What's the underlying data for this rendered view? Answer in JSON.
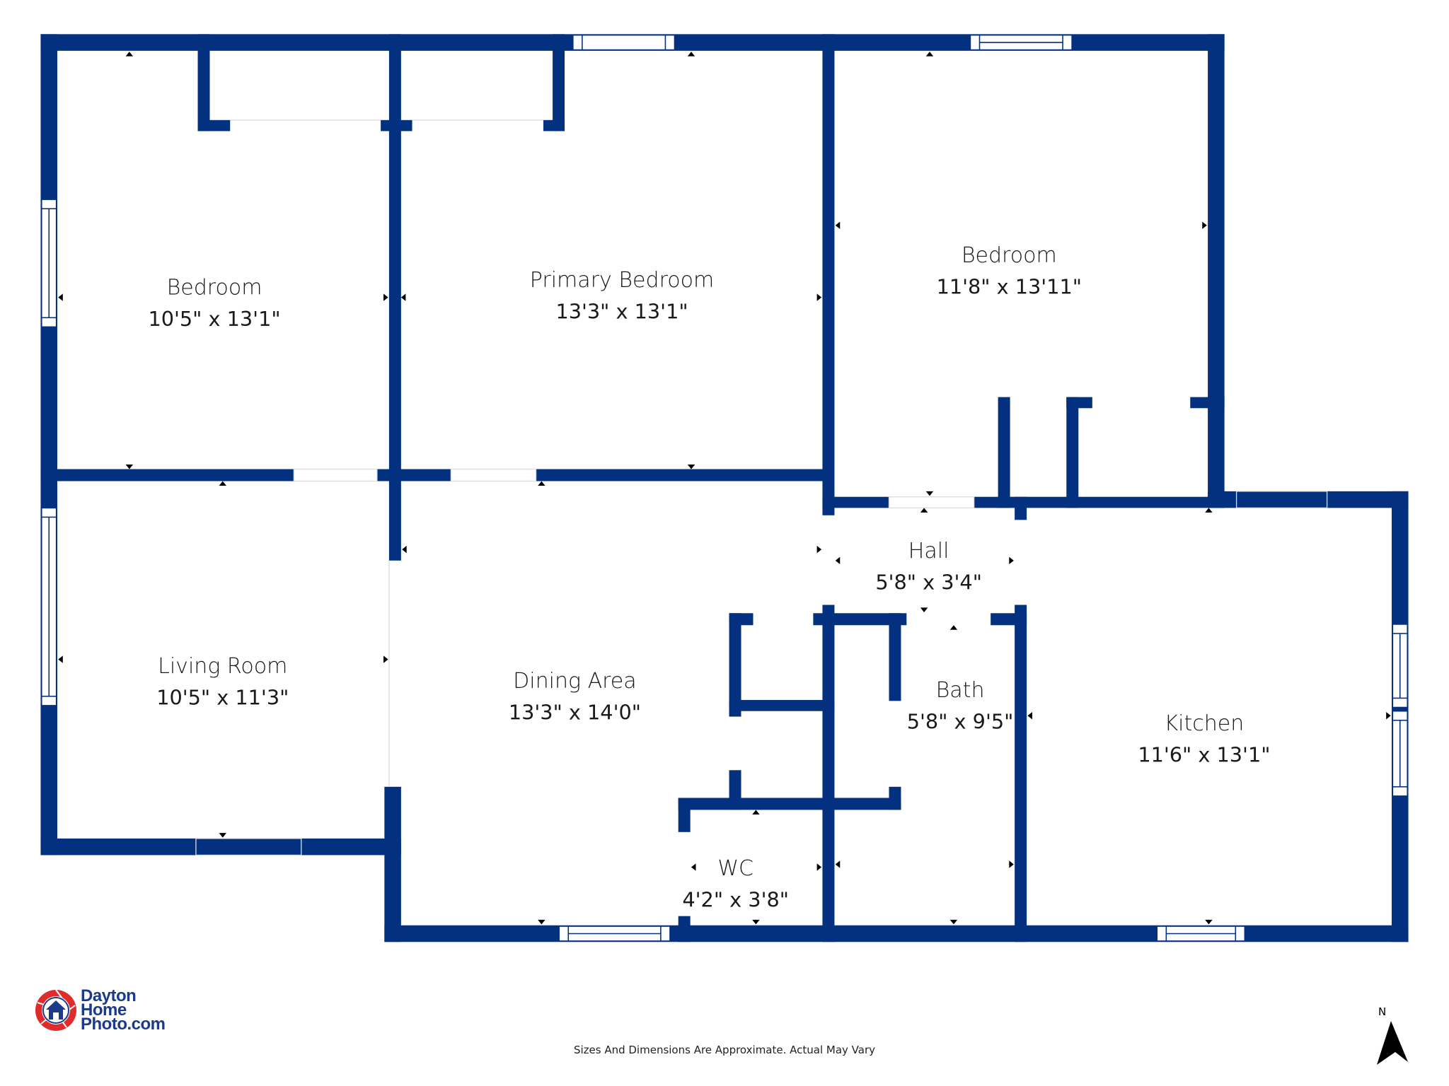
{
  "colors": {
    "wall": "#04317f",
    "text": "#1a1a1a",
    "logo_blue": "#1b3a8c",
    "logo_red": "#e02b2b"
  },
  "rooms": [
    {
      "id": "bedroom-1",
      "name": "Bedroom",
      "dims": "10'5\" x 13'1\""
    },
    {
      "id": "primary-bedroom",
      "name": "Primary Bedroom",
      "dims": "13'3\" x 13'1\""
    },
    {
      "id": "bedroom-2",
      "name": "Bedroom",
      "dims": "11'8\" x 13'11\""
    },
    {
      "id": "living-room",
      "name": "Living Room",
      "dims": "10'5\" x 11'3\""
    },
    {
      "id": "dining-area",
      "name": "Dining Area",
      "dims": "13'3\" x 14'0\""
    },
    {
      "id": "hall",
      "name": "Hall",
      "dims": "5'8\" x 3'4\""
    },
    {
      "id": "bath",
      "name": "Bath",
      "dims": "5'8\" x 9'5\""
    },
    {
      "id": "kitchen",
      "name": "Kitchen",
      "dims": "11'6\" x 13'1\""
    },
    {
      "id": "wc",
      "name": "WC",
      "dims": "4'2\" x 3'8\""
    }
  ],
  "logo": {
    "line1": "Dayton",
    "line2": "Home",
    "line3": "Photo.com",
    "icon": "camera-aperture-house-icon"
  },
  "footer": {
    "disclaimer": "Sizes And Dimensions Are Approximate. Actual May Vary"
  },
  "compass": {
    "label": "N",
    "icon": "north-arrow-icon"
  }
}
